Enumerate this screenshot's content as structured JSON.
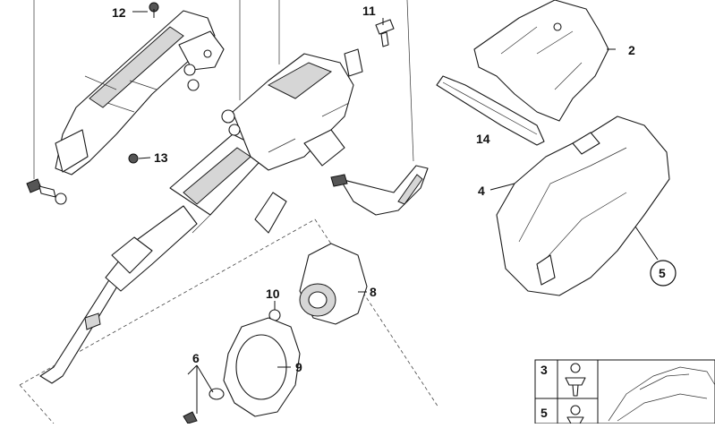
{
  "callouts": {
    "c12": "12",
    "c11": "11",
    "c2": "2",
    "c14": "14",
    "c13": "13",
    "c4": "4",
    "c5": "5",
    "c10": "10",
    "c8": "8",
    "c9": "9",
    "c6": "6"
  },
  "legend": {
    "row3": "3",
    "row5": "5"
  }
}
